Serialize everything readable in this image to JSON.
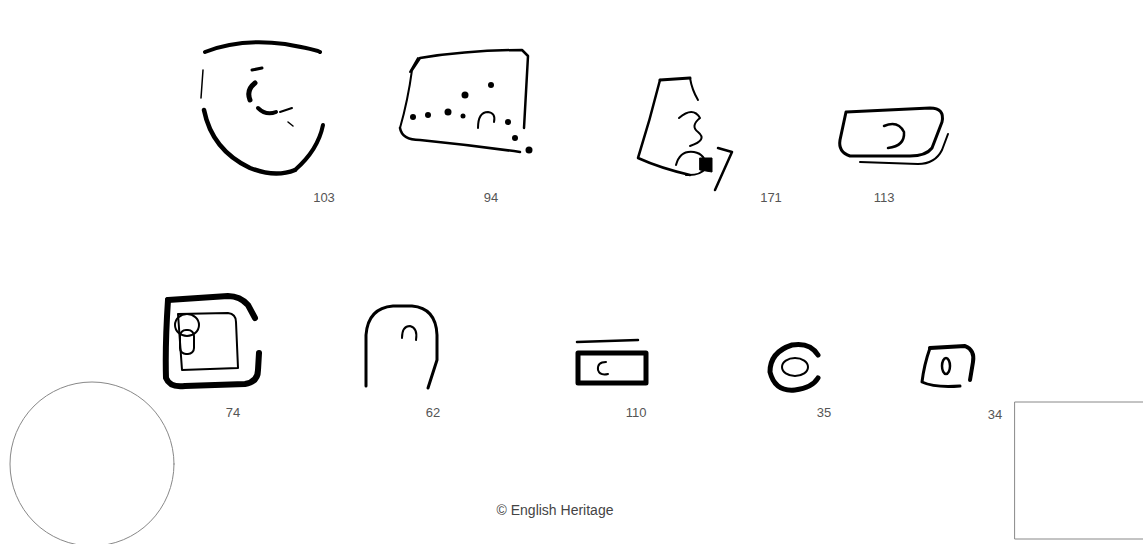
{
  "diagram": {
    "labels": [
      "103",
      "94",
      "171",
      "113",
      "74",
      "62",
      "110",
      "35",
      "34",
      "© English Heritage"
    ]
  }
}
